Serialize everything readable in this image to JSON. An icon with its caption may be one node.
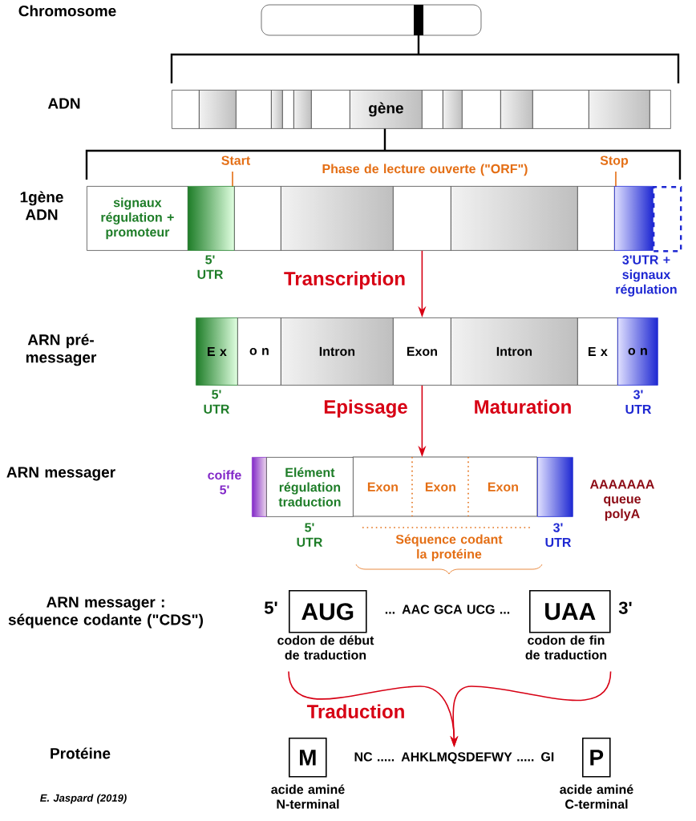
{
  "diagram": {
    "nodes": [
      {
        "text": [],
        "shape": "box"
      },
      {
        "text": [],
        "shape": "box"
      },
      {
        "text": [],
        "shape": "box"
      },
      {
        "text": [],
        "shape": "box"
      },
      {
        "text": [],
        "shape": "box"
      },
      {
        "text": [],
        "shape": "box"
      },
      {
        "text": [],
        "shape": "box"
      },
      {
        "text": [
          "gène"
        ]
      },
      {
        "text": [],
        "shape": "box"
      },
      {
        "text": [],
        "shape": "box"
      },
      {
        "text": [],
        "shape": "box"
      },
      {
        "text": [],
        "shape": "box"
      },
      {
        "text": [],
        "shape": "box"
      },
      {
        "text": [],
        "shape": "box"
      },
      {
        "text": [],
        "shape": "box"
      },
      {
        "text": [
          "signaux régulation + promoteur"
        ]
      },
      {
        "text": [],
        "shape": "box",
        "beside": [
          "5' UTR"
        ]
      },
      {
        "text": [],
        "shape": "box"
      },
      {
        "text": [],
        "shape": "box"
      },
      {
        "text": [],
        "shape": "box"
      },
      {
        "text": [],
        "shape": "box"
      },
      {
        "text": [],
        "shape": "box"
      },
      {
        "text": [],
        "shape": "box",
        "beside": [
          "3'UTR + signaux régulation"
        ]
      },
      {
        "text": [],
        "shape": "box"
      },
      {
        "text": [
          "E x"
        ],
        "beside": [
          "5' UTR"
        ]
      },
      {
        "text": [
          "o n"
        ]
      },
      {
        "text": [
          "Intron"
        ]
      },
      {
        "text": [
          "Exon"
        ]
      },
      {
        "text": [
          "Intron"
        ]
      },
      {
        "text": [
          "E x"
        ]
      },
      {
        "text": [
          "o n"
        ],
        "beside": [
          "3' UTR"
        ]
      },
      {
        "text": [],
        "shape": "box",
        "beside": [
          "coiffe 5'"
        ]
      },
      {
        "text": [
          "Elément régulation traduction"
        ],
        "beside": [
          "5' UTR"
        ]
      },
      {
        "text": [
          "Exon"
        ]
      },
      {
        "text": [
          "Exon"
        ]
      },
      {
        "text": [
          "Exon"
        ]
      },
      {
        "text": [],
        "shape": "box",
        "beside": [
          "3' UTR",
          "AAAAAAA queue polyA"
        ]
      },
      {
        "text": [
          "AUG"
        ],
        "beside": [
          "codon de début de traduction"
        ]
      },
      {
        "text": [
          "UAA"
        ],
        "beside": [
          "codon de fin de traduction"
        ]
      },
      {
        "text": [
          "M"
        ],
        "beside": [
          "acide aminé N-terminal"
        ]
      },
      {
        "text": [
          "NC ..... AHKLMQSDEFWY ..... GI"
        ]
      },
      {
        "text": [
          "P"
        ],
        "beside": [
          "acide aminé C-terminal"
        ]
      }
    ],
    "edges": [
      {
        "from": 19,
        "to": 27,
        "arrow": "to",
        "label": "Transcription"
      },
      {
        "from": 27,
        "to": 34,
        "arrow": "to"
      },
      {
        "from": 37,
        "to": 40,
        "arrow": "to",
        "label": "Traduction"
      },
      {
        "from": 38,
        "to": 40,
        "arrow": "to"
      }
    ],
    "labels": [
      "Chromosome",
      "ADN",
      "Start",
      "Phase de lecture ouverte (\"ORF\")",
      "Stop",
      "1gène ADN",
      "ARN pré-messager",
      "Epissage",
      "Maturation",
      "ARN messager",
      "Séquence codant la protéine",
      "ARN messager : séquence codante (\"CDS\")",
      "5'",
      "... AAC GCA UCG ...",
      "3'",
      "Protéine",
      "E. Jaspard (2019)"
    ]
  }
}
